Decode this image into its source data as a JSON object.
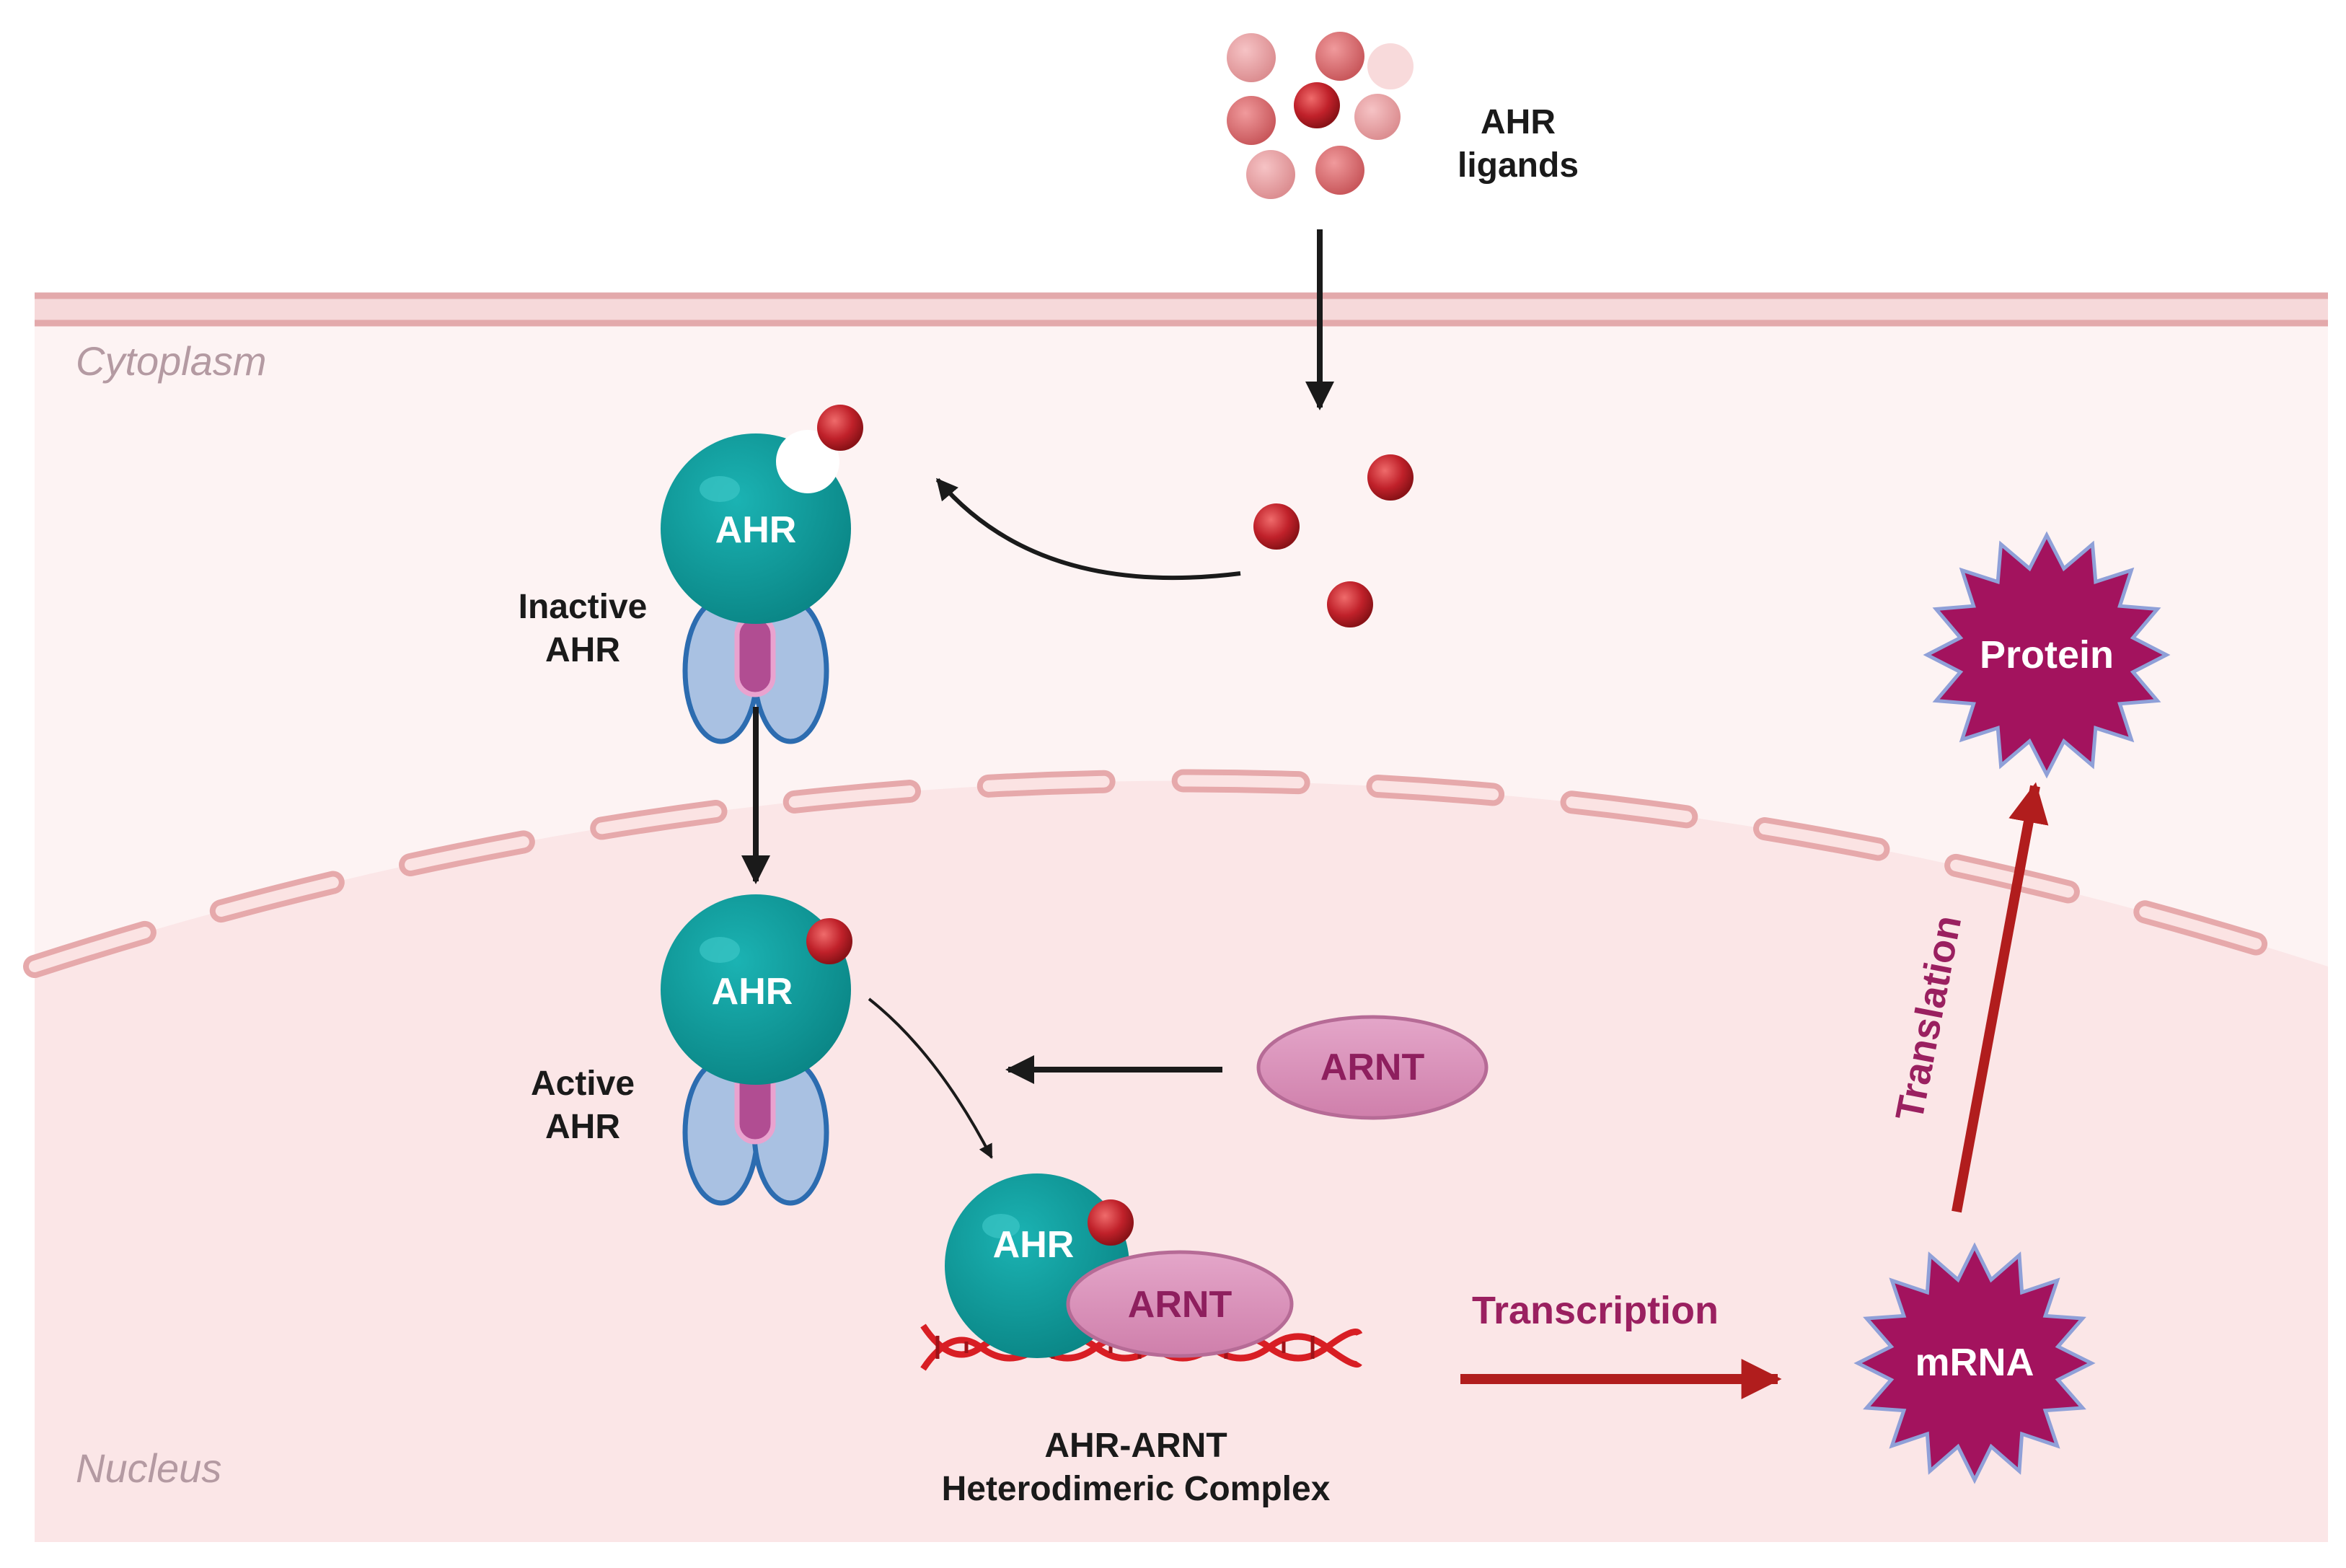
{
  "regions": {
    "cytoplasm": "Cytoplasm",
    "nucleus": "Nucleus"
  },
  "ligands": {
    "label_line1": "AHR",
    "label_line2": "ligands"
  },
  "inactive_ahr": {
    "protein": "AHR",
    "label_line1": "Inactive",
    "label_line2": "AHR"
  },
  "active_ahr": {
    "protein": "AHR",
    "label_line1": "Active",
    "label_line2": "AHR"
  },
  "arnt": {
    "label": "ARNT"
  },
  "complex": {
    "ahr": "AHR",
    "arnt": "ARNT",
    "label_line1": "AHR-ARNT",
    "label_line2": "Heterodimeric Complex"
  },
  "processes": {
    "transcription": "Transcription",
    "translation": "Translation"
  },
  "products": {
    "mrna": "mRNA",
    "protein": "Protein"
  },
  "colors": {
    "ahr": "#0e9a9a",
    "ligand": "#c0212a",
    "arnt": "#d98fb8",
    "product": "#a3135e",
    "pathway_arrow": "#b11d1d",
    "membrane": "#e9b9bb"
  }
}
